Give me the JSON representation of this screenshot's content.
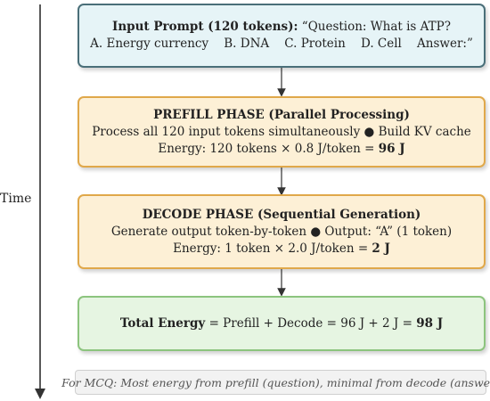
{
  "time_label": "Time",
  "input_box": {
    "title": "Input Prompt (120 tokens):",
    "line1_rest": " “Question: What is ATP?",
    "line2": "A. Energy currency    B. DNA    C. Protein    D. Cell    Answer:”",
    "fill": "#e6f4f7",
    "border": "#4a6f79"
  },
  "prefill_box": {
    "title": "PREFILL PHASE (Parallel Processing)",
    "line2": "Process all 120 input tokens simultaneously ● Build KV cache",
    "energy_prefix": "Energy: 120 tokens × 0.8 J/token = ",
    "energy_value": "96 J",
    "fill": "#fdf0d6",
    "border": "#e0a84a"
  },
  "decode_box": {
    "title": "DECODE PHASE (Sequential Generation)",
    "line2": "Generate output token-by-token ● Output: “A” (1 token)",
    "energy_prefix": "Energy: 1 token × 2.0 J/token = ",
    "energy_value": "2 J",
    "fill": "#fdf0d6",
    "border": "#e0a84a"
  },
  "total_box": {
    "label": "Total Energy",
    "equation": " = Prefill + Decode = 96 J + 2 J = ",
    "value": "98 J",
    "fill": "#e6f5e2",
    "border": "#8cc47e"
  },
  "note": "For MCQ: Most energy from prefill (question), minimal from decode (answer)"
}
